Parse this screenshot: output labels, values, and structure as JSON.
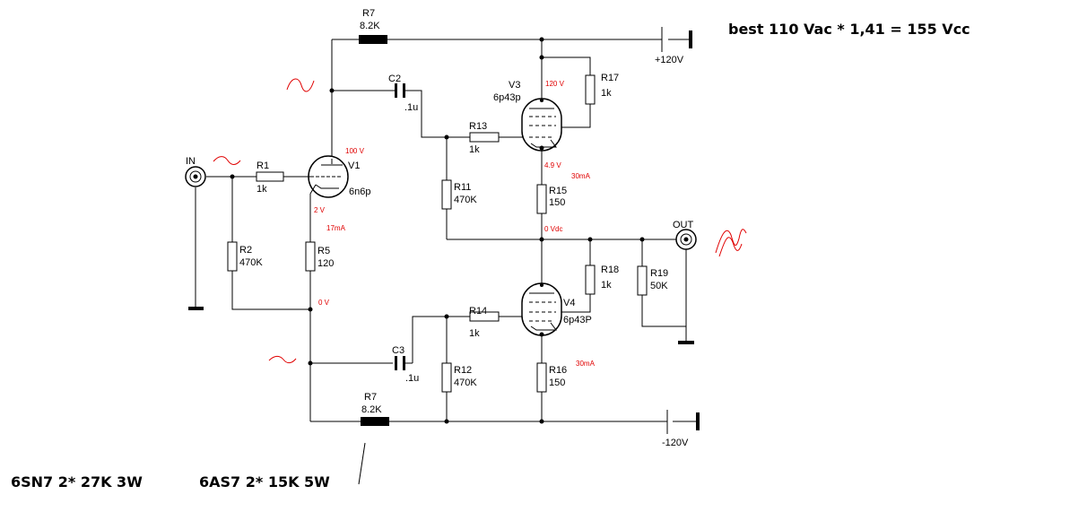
{
  "notes": {
    "supply": "best 110 Vac * 1,41 = 155 Vcc",
    "r7_6sn7": "6SN7 2* 27K 3W",
    "r7_6as7": "6AS7 2* 15K 5W"
  },
  "rails": {
    "pos": "+120V",
    "neg": "-120V"
  },
  "ports": {
    "in": "IN",
    "out": "OUT"
  },
  "components": {
    "r7_top": {
      "ref": "R7",
      "value": "8.2K"
    },
    "r7_bot": {
      "ref": "R7",
      "value": "8.2K"
    },
    "c2": {
      "ref": "C2",
      "value": ".1u"
    },
    "c3": {
      "ref": "C3",
      "value": ".1u"
    },
    "r1": {
      "ref": "R1",
      "value": "1k"
    },
    "r2": {
      "ref": "R2",
      "value": "470K"
    },
    "r5": {
      "ref": "R5",
      "value": "120"
    },
    "r11": {
      "ref": "R11",
      "value": "470K"
    },
    "r12": {
      "ref": "R12",
      "value": "470K"
    },
    "r13": {
      "ref": "R13",
      "value": "1k"
    },
    "r14": {
      "ref": "R14",
      "value": "1k"
    },
    "r15": {
      "ref": "R15",
      "value": "150"
    },
    "r16": {
      "ref": "R16",
      "value": "150"
    },
    "r17": {
      "ref": "R17",
      "value": "1k"
    },
    "r18": {
      "ref": "R18",
      "value": "1k"
    },
    "r19": {
      "ref": "R19",
      "value": "50K"
    },
    "v1": {
      "ref": "V1",
      "type": "6n6p"
    },
    "v3": {
      "ref": "V3",
      "type": "6p43p"
    },
    "v4": {
      "ref": "V4",
      "type": "6p43P"
    }
  },
  "measurements": {
    "v1_plate": "100 V",
    "v1_cathode": "2 V",
    "v1_current": "17mA",
    "zero_v": "0 V",
    "v3_plate": "120 V",
    "v3_cathode": "4.9 V",
    "v3_current": "30mA",
    "out_dc": "0 Vdc",
    "v4_current": "30mA"
  },
  "colors": {
    "annotation": "#e00000",
    "wire": "#000000"
  }
}
